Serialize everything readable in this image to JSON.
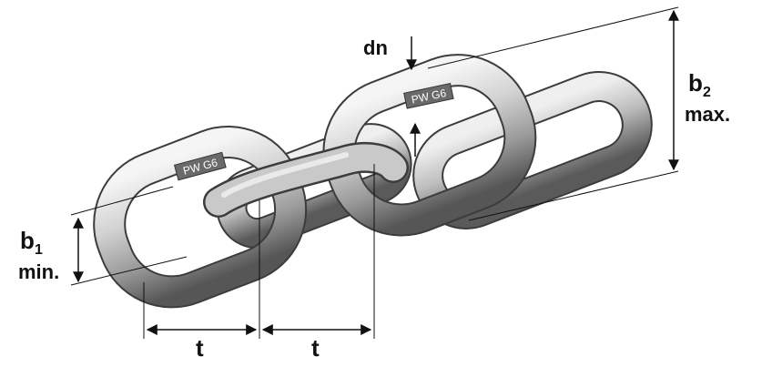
{
  "labels": {
    "dn": "dn",
    "b1_main": "b",
    "b1_sub": "1",
    "b1_note": "min.",
    "b2_main": "b",
    "b2_sub": "2",
    "b2_note": "max.",
    "pitch_left": "t",
    "pitch_right": "t"
  },
  "stamps": {
    "link_left": "PW G6",
    "link_middle": "PW G6"
  },
  "colors": {
    "steel_light": "#f4f4f4",
    "steel_mid": "#a9a9a9",
    "steel_dark": "#4a4a4a",
    "dimension_line": "#111111"
  }
}
